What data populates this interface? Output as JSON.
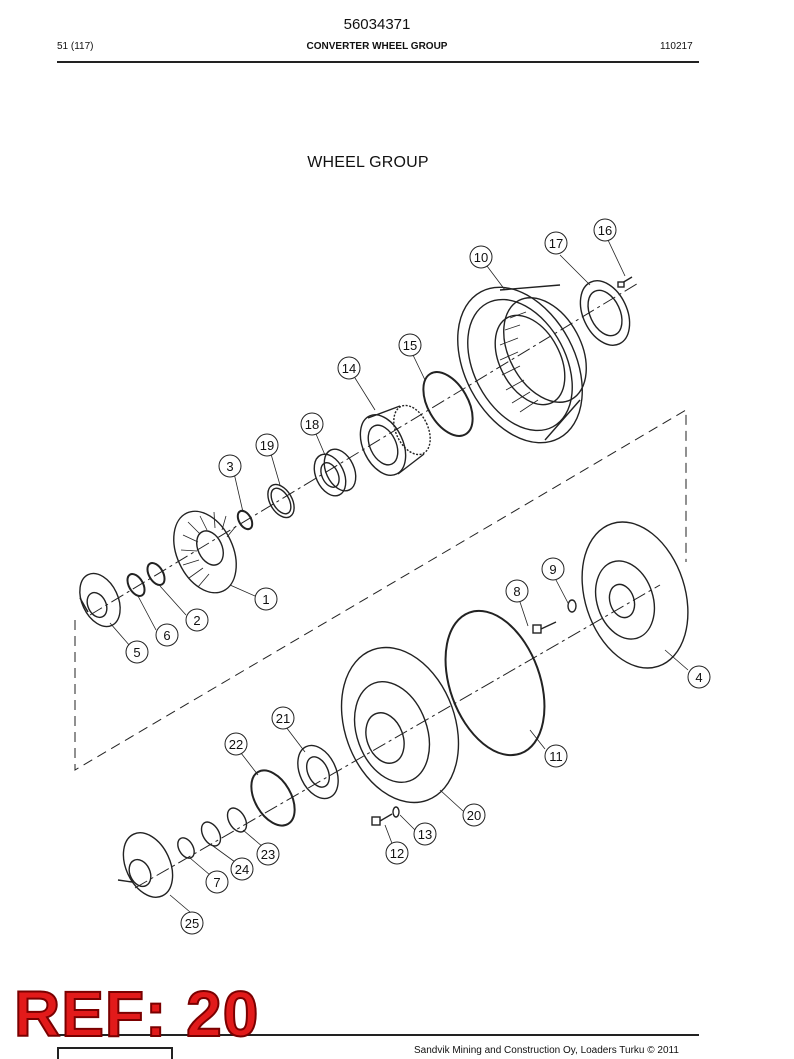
{
  "header": {
    "doc_number": "56034371",
    "page_ref": "51 (117)",
    "section_title": "CONVERTER WHEEL GROUP",
    "date_code": "110217"
  },
  "drawing": {
    "title": "WHEEL GROUP",
    "callouts": [
      "1",
      "2",
      "3",
      "4",
      "5",
      "6",
      "7",
      "8",
      "9",
      "10",
      "11",
      "12",
      "13",
      "14",
      "15",
      "16",
      "17",
      "18",
      "19",
      "20",
      "21",
      "22",
      "23",
      "24",
      "25"
    ]
  },
  "stamp": {
    "text": "REF: 20",
    "color": "#e21a1a"
  },
  "footer": {
    "text": "Sandvik Mining and Construction Oy, Loaders Turku © 2011"
  }
}
